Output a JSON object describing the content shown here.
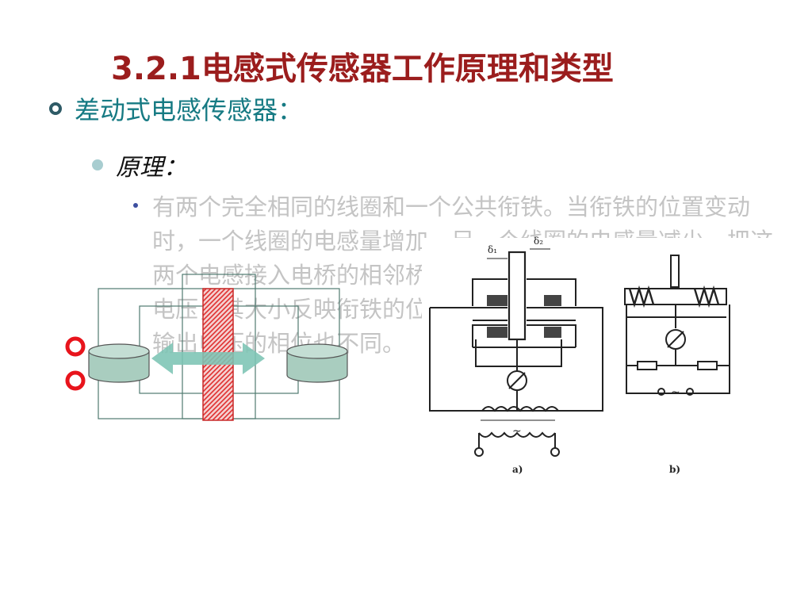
{
  "slide": {
    "title": "3.2.1电感式传感器工作原理和类型",
    "heading": "差动式电感传感器：",
    "subheading": "原理：",
    "body_text": "有两个完全相同的线圈和一个公共衔铁。当衔铁的位置变动时，一个线圈的电感量增加，另一个线圈的电感量减少，把这两个电感接入电桥的相邻桥臂，测量电路中就产生电流和输出电压，其大小反映衔铁的位移量，同时衔铁的移动方向不同，输出电压的相位也不同。"
  },
  "figure": {
    "delta1_label": "δ₁",
    "delta2_label": "δ₂",
    "ac_symbol": "~",
    "label_a": "a)",
    "label_b": "b)"
  },
  "colors": {
    "title": "#9b1d1d",
    "heading": "#167a83",
    "body_text": "#c4c4c4",
    "coil_fill": "#a9cdbf",
    "armature_red": "#e03030",
    "arrow": "#7cc4b4",
    "terminal_red": "#e8141c"
  },
  "icons": {
    "level1_bullet": "ring-bullet-icon",
    "level2_bullet": "dot-bullet-icon",
    "level3_bullet": "small-dot-bullet-icon"
  }
}
